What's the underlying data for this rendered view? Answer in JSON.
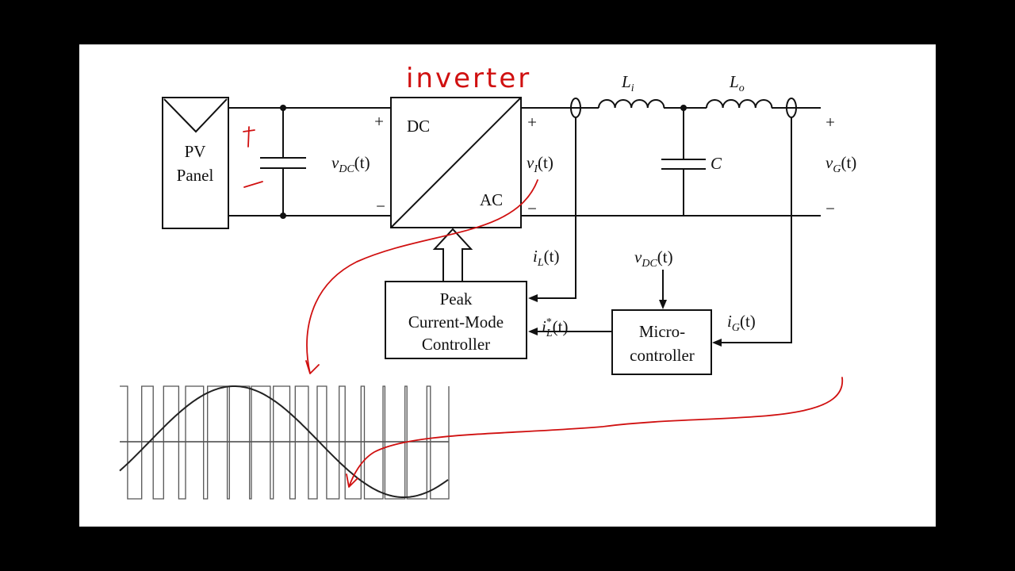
{
  "annotations": {
    "inverter": "inverter"
  },
  "blocks": {
    "pv_panel": {
      "line1": "PV",
      "line2": "Panel"
    },
    "inverter": {
      "dc": "DC",
      "ac": "AC"
    },
    "controller": {
      "line1": "Peak",
      "line2": "Current-Mode",
      "line3": "Controller"
    },
    "micro": {
      "line1": "Micro-",
      "line2": "controller"
    }
  },
  "components": {
    "li": {
      "base": "L",
      "sub": "i"
    },
    "lo": {
      "base": "L",
      "sub": "o"
    },
    "c": "C"
  },
  "signals": {
    "vdc": {
      "base": "v",
      "sub": "DC",
      "arg": "(t)"
    },
    "vi": {
      "base": "v",
      "sub": "I",
      "arg": "(t)"
    },
    "vg": {
      "base": "v",
      "sub": "G",
      "arg": "(t)"
    },
    "il": {
      "base": "i",
      "sub": "L",
      "arg": "(t)"
    },
    "vdc_micro": {
      "base": "v",
      "sub": "DC",
      "arg": "(t)"
    },
    "il_ref": {
      "base": "i",
      "sup": "*",
      "sub": "L",
      "arg": "(t)"
    },
    "ig": {
      "base": "i",
      "sub": "G",
      "arg": "(t)"
    }
  },
  "polarity": {
    "plus": "+",
    "minus": "−"
  }
}
